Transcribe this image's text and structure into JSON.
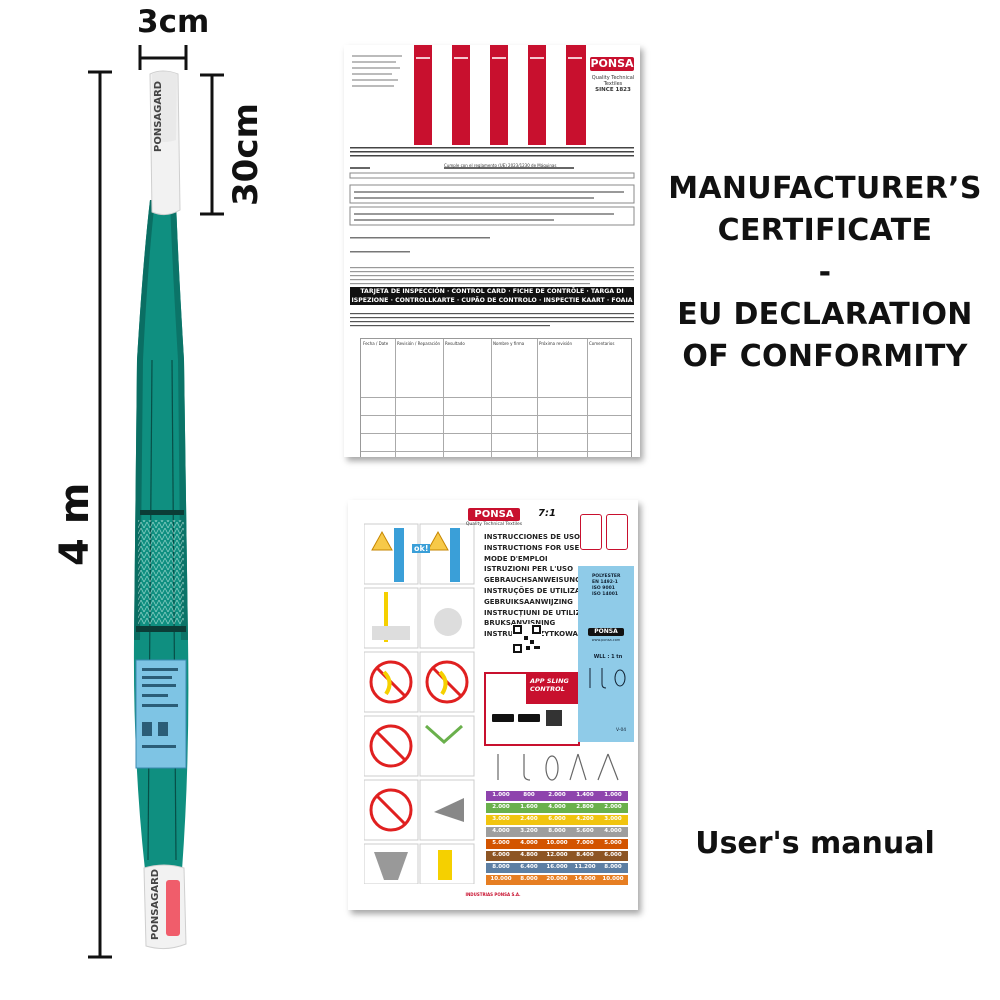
{
  "dimensions": {
    "width_label": "3cm",
    "eye_length_label": "30cm",
    "total_length_label": "4 m"
  },
  "sling": {
    "brand_text": "PONSAGARD"
  },
  "certificate": {
    "brand": "PONSA",
    "tagline": "Quality Technical Textiles",
    "since": "SINCE 1823",
    "regulation_line": "Cumple con el reglamento (UE) 2023/1230 de Máquinas",
    "inspection_bar": "TARJETA DE INSPECCIÓN · CONTROL CARD · FICHE DE CONTRÔLE · TARGA DI ISPEZIONE · CONTROLLKARTE · CUPÃO DE CONTROLO · INSPECTIE KAART · FOAIA DE CONTROL · KONTROLLKORT · KARTA KONTROLNA",
    "table_headers": [
      "Fecha / Date",
      "Revisión / Reparación",
      "Resultado",
      "Nombre y firma",
      "Próxima revisión",
      "Comentarios"
    ]
  },
  "manual": {
    "brand": "PONSA",
    "tagline": "Quality Technical Textiles",
    "ratio": "7:1",
    "instructions": [
      "INSTRUCCIONES DE USO",
      "INSTRUCTIONS FOR USE",
      "MODE D'EMPLOI",
      "ISTRUZIONI PER L'USO",
      "GEBRAUCHSANWEISUNG",
      "INSTRUÇÕES DE UTILIZAÇÃO",
      "GEBRUIKSAANWIJZING",
      "INSTRUCȚIUNI DE UTILIZARE",
      "BRUKSANVISNING",
      "INSTRUKCJE UŻYTKOWANIA"
    ],
    "app_title": "APP SLING CONTROL",
    "ok_label": "ok!",
    "label_material": "POLYESTER",
    "label_norm": "EN 1492-1",
    "label_iso": "ISO 9001",
    "label_iso2": "ISO 14001",
    "wll": "WLL : 1 tn",
    "brand_web": "www.ponsa.com",
    "code": "V-04",
    "company": "INDUSTRIAS PONSA S.A.",
    "capacity_rows": [
      {
        "color": "#8e44ad",
        "values": [
          "1.000",
          "800",
          "2.000",
          "1.400",
          "1.000"
        ]
      },
      {
        "color": "#6ab04c",
        "values": [
          "2.000",
          "1.600",
          "4.000",
          "2.800",
          "2.000"
        ]
      },
      {
        "color": "#f1c40f",
        "values": [
          "3.000",
          "2.400",
          "6.000",
          "4.200",
          "3.000"
        ]
      },
      {
        "color": "#9e9e9e",
        "values": [
          "4.000",
          "3.200",
          "8.000",
          "5.600",
          "4.000"
        ]
      },
      {
        "color": "#d35400",
        "values": [
          "5.000",
          "4.000",
          "10.000",
          "7.000",
          "5.000"
        ]
      },
      {
        "color": "#8d5524",
        "values": [
          "6.000",
          "4.800",
          "12.000",
          "8.400",
          "6.000"
        ]
      },
      {
        "color": "#5d7fa3",
        "values": [
          "8.000",
          "6.400",
          "16.000",
          "11.200",
          "8.000"
        ]
      },
      {
        "color": "#e67e22",
        "values": [
          "10.000",
          "8.000",
          "20.000",
          "14.000",
          "10.000"
        ]
      }
    ]
  },
  "labels": {
    "certificate_title_lines": [
      "MANUFACTURER’S",
      "CERTIFICATE",
      "-",
      "EU DECLARATION",
      "OF CONFORMITY"
    ],
    "manual_label": "User's manual"
  },
  "colors": {
    "sling_green": "#0f8f80",
    "ponsa_red": "#c8102e"
  }
}
